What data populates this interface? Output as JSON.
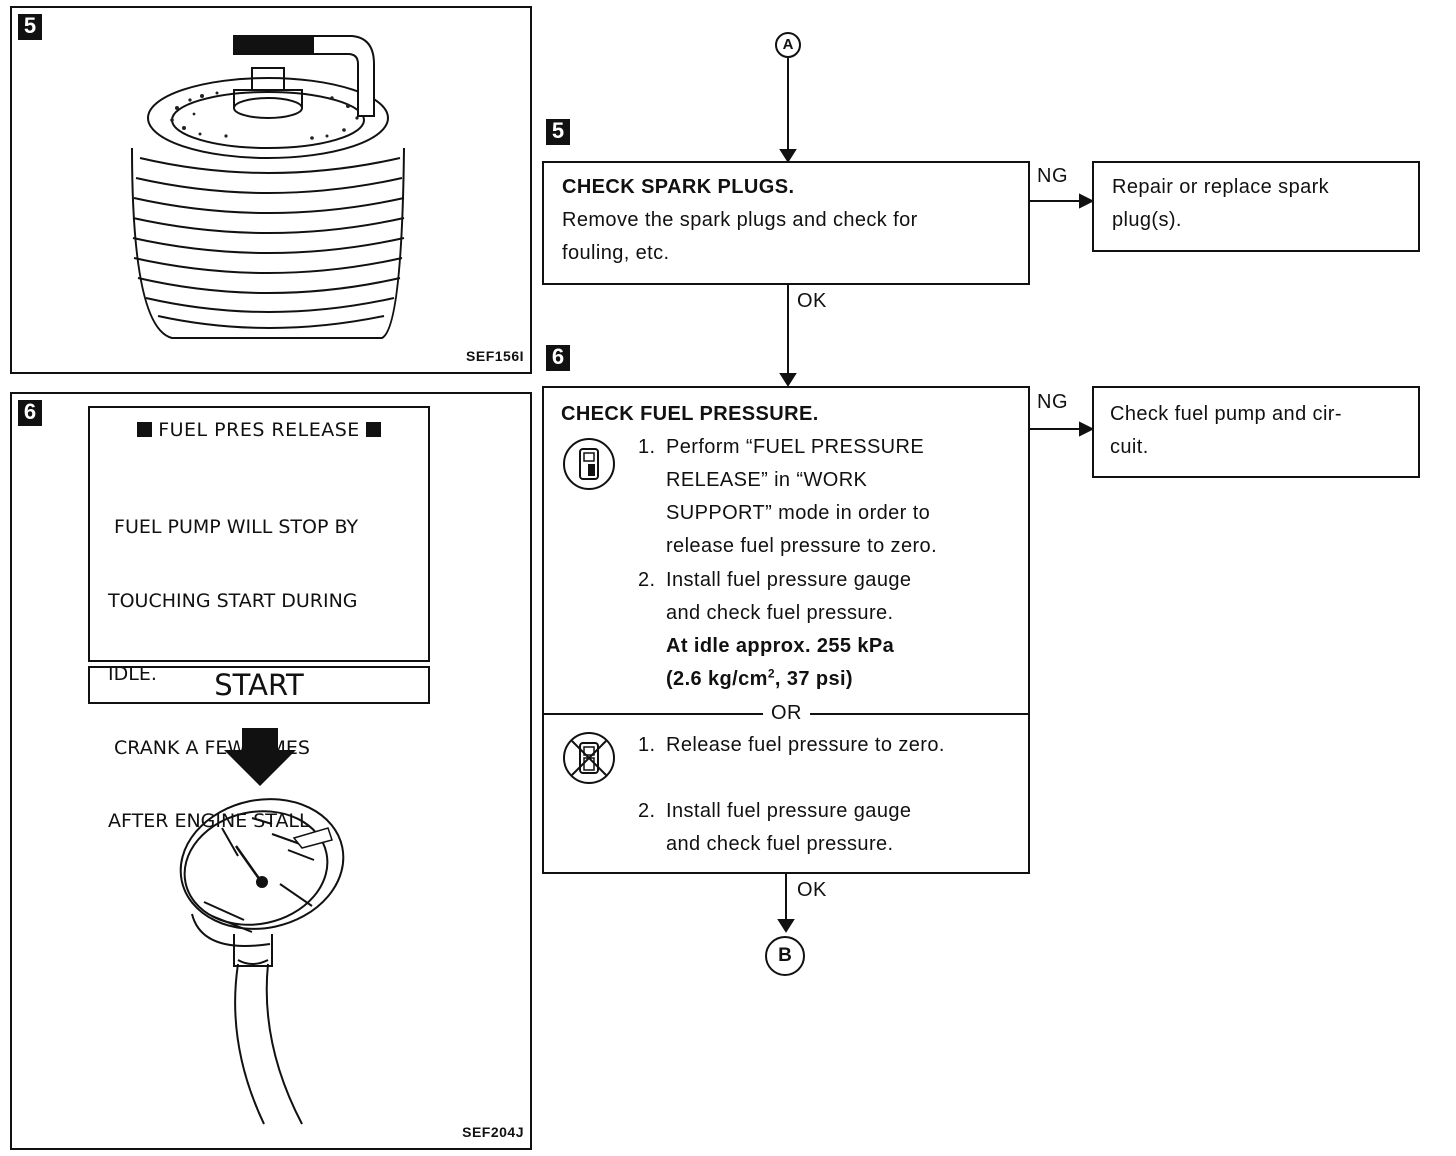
{
  "panel5": {
    "step": "5",
    "code": "SEF156I"
  },
  "panel6": {
    "step": "6",
    "code": "SEF204J",
    "screen": {
      "title": "FUEL PRES RELEASE",
      "lines": [
        " FUEL PUMP WILL STOP BY",
        "TOUCHING START DURING",
        "IDLE.",
        " CRANK A FEW TIMES",
        "AFTER ENGINE STALL"
      ],
      "start_label": "START"
    }
  },
  "flow": {
    "connector_top": "A",
    "connector_bottom": "B",
    "step5": {
      "num": "5",
      "title": "CHECK SPARK PLUGS.",
      "body": [
        "Remove the spark plugs and check for",
        "fouling, etc."
      ],
      "ng_label": "NG",
      "ng_result": [
        "Repair or replace spark",
        "plug(s)."
      ],
      "ok_label": "OK"
    },
    "step6": {
      "num": "6",
      "title": "CHECK FUEL PRESSURE.",
      "with_consult": {
        "item1_num": "1.",
        "item1": [
          "Perform “FUEL PRESSURE",
          "RELEASE” in “WORK",
          "SUPPORT” mode in order to",
          "release fuel pressure to zero."
        ],
        "item2_num": "2.",
        "item2": [
          "Install fuel pressure gauge",
          "and check fuel pressure."
        ],
        "spec_line1": "At idle approx. 255 kPa",
        "spec_line2_a": "(2.6 kg/cm",
        "spec_line2_sup": "2",
        "spec_line2_b": ", 37 psi)"
      },
      "or_label": "OR",
      "without_consult": {
        "item1_num": "1.",
        "item1": "Release fuel pressure to zero.",
        "item2_num": "2.",
        "item2": [
          "Install fuel pressure gauge",
          "and check fuel pressure."
        ]
      },
      "ng_label": "NG",
      "ng_result": [
        "Check fuel pump and cir-",
        "cuit."
      ],
      "ok_label": "OK"
    }
  }
}
